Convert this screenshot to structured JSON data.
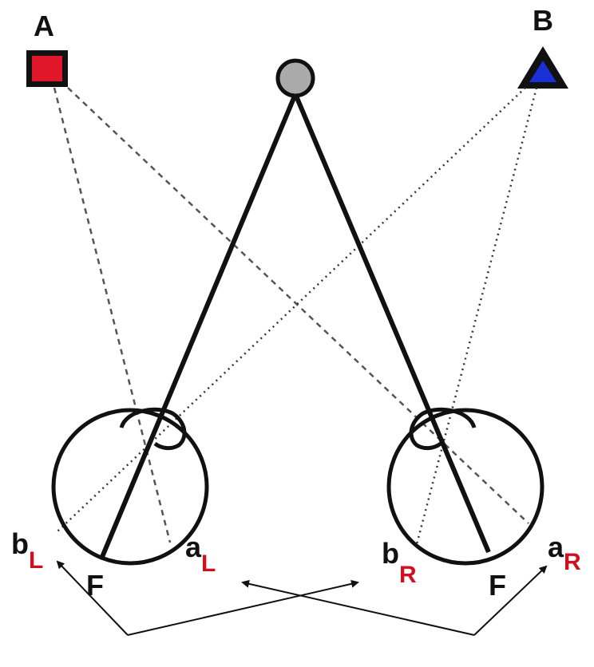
{
  "objects": {
    "a": {
      "label": "A",
      "shape": "square",
      "fill": "#e0172b"
    },
    "b": {
      "label": "B",
      "shape": "triangle",
      "fill": "#1a2fd6"
    },
    "fixation": {
      "shape": "circle",
      "fill": "#aaaaaa"
    }
  },
  "labels": {
    "b_left": {
      "base": "b",
      "sub": "L"
    },
    "fovea_left": "F",
    "a_left": {
      "base": "a",
      "sub": "L"
    },
    "b_right": {
      "base": "b",
      "sub": "R"
    },
    "fovea_right": "F",
    "a_right": {
      "base": "a",
      "sub": "R"
    }
  },
  "colors": {
    "ink": "#111111",
    "subscript": "#d01020",
    "dashed_line": "#555555",
    "dotted_line": "#333333"
  }
}
